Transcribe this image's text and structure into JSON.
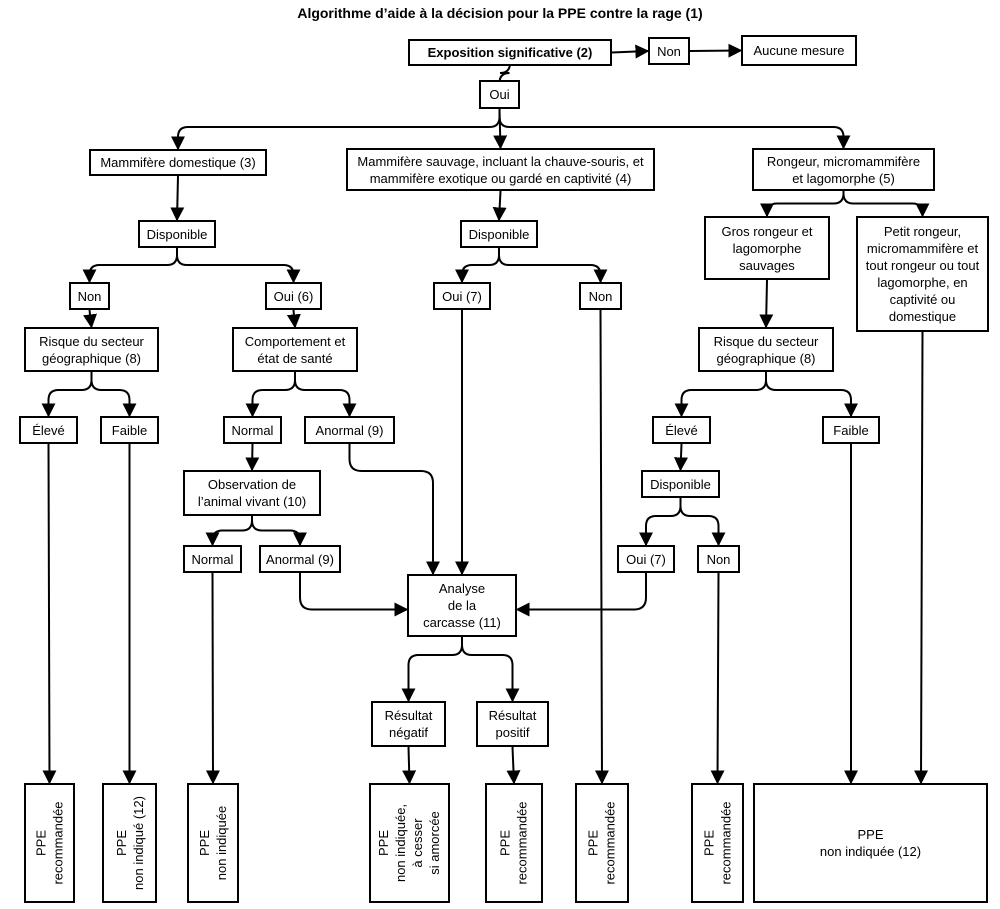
{
  "title": "Algorithme d’aide à la décision pour la PPE contre la rage (1)",
  "nodes": [
    {
      "id": "expo",
      "label": "Exposition significative (2)"
    },
    {
      "id": "non_top",
      "label": "Non"
    },
    {
      "id": "aucune",
      "label": "Aucune mesure"
    },
    {
      "id": "oui_top",
      "label": "Oui"
    },
    {
      "id": "dom",
      "label": "Mammifère domestique (3)"
    },
    {
      "id": "sauv",
      "label": "Mammifère sauvage, incluant la chauve-souris, et\nmammifère exotique ou gardé en captivité (4)"
    },
    {
      "id": "rong",
      "label": "Rongeur, micromammifère\net lagomorphe (5)"
    },
    {
      "id": "disp_dom",
      "label": "Disponible"
    },
    {
      "id": "disp_sauv",
      "label": "Disponible"
    },
    {
      "id": "gros",
      "label": "Gros rongeur et\nlagomorphe\nsauvages"
    },
    {
      "id": "petit",
      "label": "Petit rongeur,\nmicromammifère et\ntout rongeur ou tout\nlagomorphe, en\ncaptivité ou\ndomestique"
    },
    {
      "id": "non_dom",
      "label": "Non"
    },
    {
      "id": "oui6",
      "label": "Oui (6)"
    },
    {
      "id": "oui7_s",
      "label": "Oui (7)"
    },
    {
      "id": "non_s",
      "label": "Non"
    },
    {
      "id": "risque_l",
      "label": "Risque du secteur\ngéographique (8)"
    },
    {
      "id": "comport",
      "label": "Comportement et\nétat de santé"
    },
    {
      "id": "risque_r",
      "label": "Risque du secteur\ngéographique (8)"
    },
    {
      "id": "eleve_l",
      "label": "Élevé"
    },
    {
      "id": "faible_l",
      "label": "Faible"
    },
    {
      "id": "normal1",
      "label": "Normal"
    },
    {
      "id": "anormal1",
      "label": "Anormal (9)"
    },
    {
      "id": "eleve_r",
      "label": "Élevé"
    },
    {
      "id": "faible_r",
      "label": "Faible"
    },
    {
      "id": "observ",
      "label": "Observation de\nl’animal vivant (10)"
    },
    {
      "id": "disp_r",
      "label": "Disponible"
    },
    {
      "id": "normal2",
      "label": "Normal"
    },
    {
      "id": "anormal2",
      "label": "Anormal (9)"
    },
    {
      "id": "oui7_r",
      "label": "Oui (7)"
    },
    {
      "id": "non_r",
      "label": "Non"
    },
    {
      "id": "analyse",
      "label": "Analyse\nde la\ncarcasse (11)"
    },
    {
      "id": "res_neg",
      "label": "Résultat\nnégatif"
    },
    {
      "id": "res_pos",
      "label": "Résultat\npositif"
    },
    {
      "id": "o1",
      "label": "PPE\nrecommandée"
    },
    {
      "id": "o2",
      "label": "PPE\nnon indiqué (12)"
    },
    {
      "id": "o3",
      "label": "PPE\nnon indiquée"
    },
    {
      "id": "o4",
      "label": "PPE\nnon indiquée,\nà cesser\nsi amorcée"
    },
    {
      "id": "o5",
      "label": "PPE\nrecommandée"
    },
    {
      "id": "o6",
      "label": "PPE\nrecommandée"
    },
    {
      "id": "o7",
      "label": "PPE\nrecommandée"
    },
    {
      "id": "o8",
      "label": "PPE\nnon indiquée (12)"
    }
  ],
  "edges": [
    [
      "expo",
      "non_top"
    ],
    [
      "non_top",
      "aucune"
    ],
    [
      "expo",
      "oui_top"
    ],
    [
      "oui_top",
      "dom"
    ],
    [
      "oui_top",
      "sauv"
    ],
    [
      "oui_top",
      "rong"
    ],
    [
      "dom",
      "disp_dom"
    ],
    [
      "sauv",
      "disp_sauv"
    ],
    [
      "rong",
      "gros"
    ],
    [
      "rong",
      "petit"
    ],
    [
      "disp_dom",
      "non_dom"
    ],
    [
      "disp_dom",
      "oui6"
    ],
    [
      "disp_sauv",
      "oui7_s"
    ],
    [
      "disp_sauv",
      "non_s"
    ],
    [
      "non_dom",
      "risque_l"
    ],
    [
      "oui6",
      "comport"
    ],
    [
      "gros",
      "risque_r"
    ],
    [
      "risque_l",
      "eleve_l"
    ],
    [
      "risque_l",
      "faible_l"
    ],
    [
      "comport",
      "normal1"
    ],
    [
      "comport",
      "anormal1"
    ],
    [
      "risque_r",
      "eleve_r"
    ],
    [
      "risque_r",
      "faible_r"
    ],
    [
      "normal1",
      "observ"
    ],
    [
      "eleve_r",
      "disp_r"
    ],
    [
      "observ",
      "normal2"
    ],
    [
      "observ",
      "anormal2"
    ],
    [
      "disp_r",
      "oui7_r"
    ],
    [
      "disp_r",
      "non_r"
    ],
    [
      "anormal1",
      "analyse"
    ],
    [
      "anormal2",
      "analyse"
    ],
    [
      "oui7_s",
      "analyse"
    ],
    [
      "oui7_r",
      "analyse"
    ],
    [
      "analyse",
      "res_neg"
    ],
    [
      "analyse",
      "res_pos"
    ],
    [
      "eleve_l",
      "o1"
    ],
    [
      "faible_l",
      "o2"
    ],
    [
      "normal2",
      "o3"
    ],
    [
      "res_neg",
      "o4"
    ],
    [
      "res_pos",
      "o5"
    ],
    [
      "non_s",
      "o6"
    ],
    [
      "non_r",
      "o7"
    ],
    [
      "faible_r",
      "o8"
    ],
    [
      "petit",
      "o8"
    ]
  ]
}
